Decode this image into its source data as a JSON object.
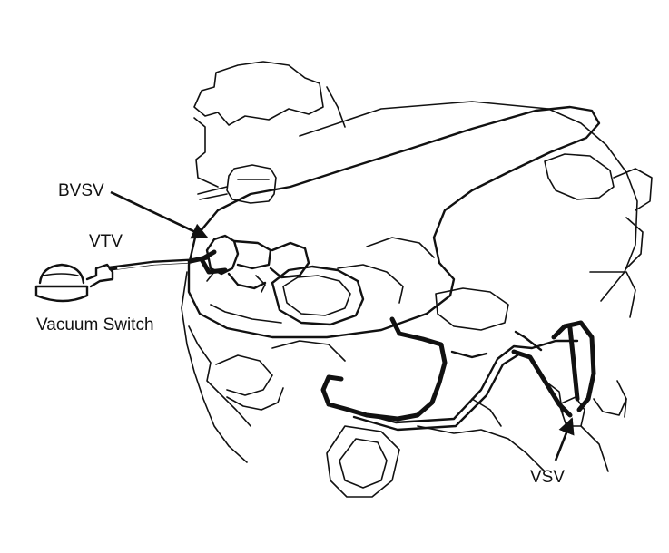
{
  "labels": {
    "bvsv": "BVSV",
    "vtv": "VTV",
    "vacuum_switch": "Vacuum Switch",
    "vsv": "VSV"
  },
  "colors": {
    "ink": "#111111",
    "paper": "#ffffff"
  }
}
